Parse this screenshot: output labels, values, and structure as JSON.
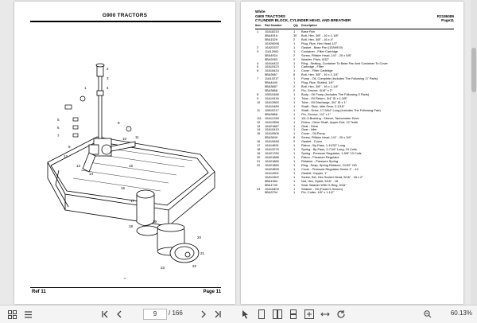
{
  "left_page": {
    "title": "G900 TRACTORS",
    "ref_label": "Ref 11",
    "page_label": "Page 11",
    "caption": "11",
    "callouts": [
      "1",
      "2",
      "3",
      "4",
      "5",
      "6",
      "7",
      "8",
      "9",
      "10",
      "11",
      "12",
      "13",
      "14",
      "15",
      "16",
      "17",
      "18",
      "19",
      "20",
      "21",
      "22",
      "23"
    ]
  },
  "right_page": {
    "brand": "White",
    "model": "G900 TRACTORS",
    "section": "CYLINDER BLOCK, CYLINDER HEAD, AND BREATHER",
    "ref": "R2186089",
    "page": "Page11",
    "col_item": "Item",
    "col_part": "Part Number",
    "col_qty": "Qty",
    "col_desc": "Description",
    "rows": [
      {
        "item": "1",
        "pn": "10A18210",
        "qty": "1",
        "desc": "Base Pan"
      },
      {
        "item": "",
        "pn": "5BA4919",
        "qty": "30",
        "desc": "Bolt, Hex, 3/8\" - 16 x 1-1/8\""
      },
      {
        "item": "",
        "pn": "5BA1529",
        "qty": "2",
        "desc": "Bolt, Hex, 3/8\" - 16 x 4\""
      },
      {
        "item": "",
        "pn": "10A26098",
        "qty": "1",
        "desc": "Plug, Pipe, Hex Head 1/2\""
      },
      {
        "item": "2",
        "pn": "10A23157",
        "qty": "1",
        "desc": "Gasket - Base Pan (10A9919)"
      },
      {
        "item": "3",
        "pn": "11A12061",
        "qty": "1",
        "desc": "Container - Filter Cartridge"
      },
      {
        "item": "",
        "pn": "5BA4924",
        "qty": "2",
        "desc": "Screw, Fillister Head, 1/4\" - 20 x 5/8\""
      },
      {
        "item": "",
        "pn": "5BA2063",
        "qty": "2",
        "desc": "Washer, Plain, 9/32\""
      },
      {
        "item": "4",
        "pn": "10A16422",
        "qty": "1",
        "desc": "Ring - Sealing, Container To Base Pan And Container To Cover"
      },
      {
        "item": "5",
        "pn": "10A10423",
        "qty": "1",
        "desc": "Cartridge - Filter"
      },
      {
        "item": "6",
        "pn": "10A16424",
        "qty": "1",
        "desc": "Cover - Filter Cartridge"
      },
      {
        "item": "",
        "pn": "5BA3667",
        "qty": "8",
        "desc": "Bolt, Hex, 3/8\" - 16 x 1-1/4\""
      },
      {
        "item": "7",
        "pn": "11A10217",
        "qty": "1",
        "desc": "Pump - Oil, Complete (Includes The Following 17 Parts)"
      },
      {
        "item": "",
        "pn": "5BA4440",
        "qty": "1",
        "desc": "Plug, Pipe, Slotted, 1/4\""
      },
      {
        "item": "",
        "pn": "5BA3687",
        "qty": "2",
        "desc": "Bolt, Hex, 3/8\" - 16 x 1-1/4\""
      },
      {
        "item": "",
        "pn": "5BA3868",
        "qty": "2",
        "desc": "Pin, Groove, 3/16\" x 2\""
      },
      {
        "item": "8",
        "pn": "10B10486",
        "qty": "1",
        "desc": "Body - Oil Pump (Includes The Following 3 Parts)"
      },
      {
        "item": "9",
        "pn": "10A10416",
        "qty": "1",
        "desc": "Tube - Oil Return, 3/4\" ID x 1-3/8\""
      },
      {
        "item": "10",
        "pn": "10A12862",
        "qty": "1",
        "desc": "Tube - Oil Discharge, 3/4\" ID x 1\""
      },
      {
        "item": "",
        "pn": "10A10489",
        "qty": "1",
        "desc": "Shaft - Stub, Idler Gear, 2-1/16\""
      },
      {
        "item": "11",
        "pn": "10B10217",
        "qty": "1",
        "desc": "Shaft - Drive, 17-3/64\" Long (Includes The Following Part)"
      },
      {
        "item": "",
        "pn": "5BA3868",
        "qty": "1",
        "desc": "Pin, Groove, 1/4\" x 1\""
      },
      {
        "item": "111",
        "pn": "10A14789",
        "qty": "1",
        "desc": "111-3-Bushing - Sleeve, Tachometer Drive"
      },
      {
        "item": "12",
        "pn": "10A12858",
        "qty": "1",
        "desc": "Pinion - Drive Shaft, Upper End, 12 Teeth"
      },
      {
        "item": "13",
        "pn": "10A21887",
        "qty": "1",
        "desc": "Gear - Drive"
      },
      {
        "item": "14",
        "pn": "10A10410",
        "qty": "1",
        "desc": "Gear - Idler"
      },
      {
        "item": "15",
        "pn": "10A10505",
        "qty": "1",
        "desc": "Cover - Oil Pump"
      },
      {
        "item": "",
        "pn": "5BA3649",
        "qty": "6",
        "desc": "Screw, Fillister Head, 1/4\" - 20 x 3/4\""
      },
      {
        "item": "16",
        "pn": "10A10648",
        "qty": "2",
        "desc": "Gasket - Cover"
      },
      {
        "item": "17",
        "pn": "10A14831",
        "qty": "1",
        "desc": "Piston - By-Pass, 1-11/32\" Long"
      },
      {
        "item": "18",
        "pn": "10A13275",
        "qty": "1",
        "desc": "Spring - By-Pass, 2-7/16\" Long, 24 Coils"
      },
      {
        "item": "19",
        "pn": "10A21769",
        "qty": "1",
        "desc": "Spring - Pressure Regulator, 1-5/8\" 13 Coils"
      },
      {
        "item": "20",
        "pn": "10A21888",
        "qty": "1",
        "desc": "Piston - Pressure Regulator"
      },
      {
        "item": "21",
        "pn": "10A21865",
        "qty": "1",
        "desc": "Retainer - Pressure Spring"
      },
      {
        "item": "22",
        "pn": "10A21889",
        "qty": "1",
        "desc": "Ring - Snap, Spring Retainer, 21/32\" OD"
      },
      {
        "item": "",
        "pn": "10A24895",
        "qty": "1",
        "desc": "Cover - Pressure Regulator Screw 1\" - 14"
      },
      {
        "item": "",
        "pn": "10A14901",
        "qty": "1",
        "desc": "Gasket, Copper, 1\""
      },
      {
        "item": "",
        "pn": "10A14302",
        "qty": "1",
        "desc": "Screw, Set, Hex Socket Head, 5/16\" - 18 x 2\""
      },
      {
        "item": "",
        "pn": "5BA1984",
        "qty": "1",
        "desc": "Nut, Hex, Hytek, 5/16\" - 18"
      },
      {
        "item": "",
        "pn": "5BA1749",
        "qty": "1",
        "desc": "Seal, Washer With O-Ring, 5/16\""
      },
      {
        "item": "23",
        "pn": "10A16405",
        "qty": "1",
        "desc": "Strainer - Oil (Float-O-Screen)"
      },
      {
        "item": "",
        "pn": "5BA3794",
        "qty": "1",
        "desc": "Pin, Cotter, 1/8\" x 1-1/2\""
      }
    ]
  },
  "toolbar": {
    "current_page": "9",
    "total_pages": "/ 166",
    "zoom": "60.13%"
  },
  "colors": {
    "viewer_bg": "#e9e9e9",
    "toolbar_bg": "#f4f4f4",
    "ink": "#000000"
  }
}
